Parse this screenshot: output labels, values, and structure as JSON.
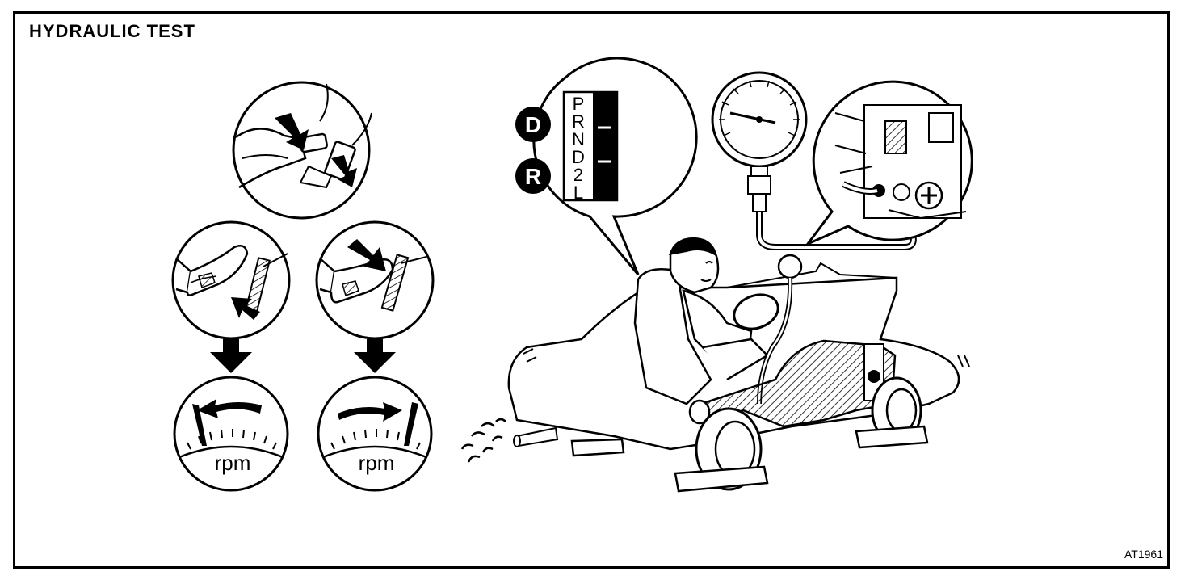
{
  "header": {
    "title": "HYDRAULIC TEST"
  },
  "footer": {
    "figure_code": "AT1961"
  },
  "gauges": {
    "left_label": "rpm",
    "right_label": "rpm"
  },
  "selector": {
    "positions": [
      "P",
      "R",
      "N",
      "D",
      "2",
      "L"
    ],
    "callout_d": "D",
    "callout_r": "R"
  },
  "icons": [
    "foot-pedal-icon",
    "tachometer-icon",
    "pressure-gauge-icon",
    "arrow-down-icon"
  ],
  "colors": {
    "ink": "#000000",
    "paper": "#ffffff"
  }
}
